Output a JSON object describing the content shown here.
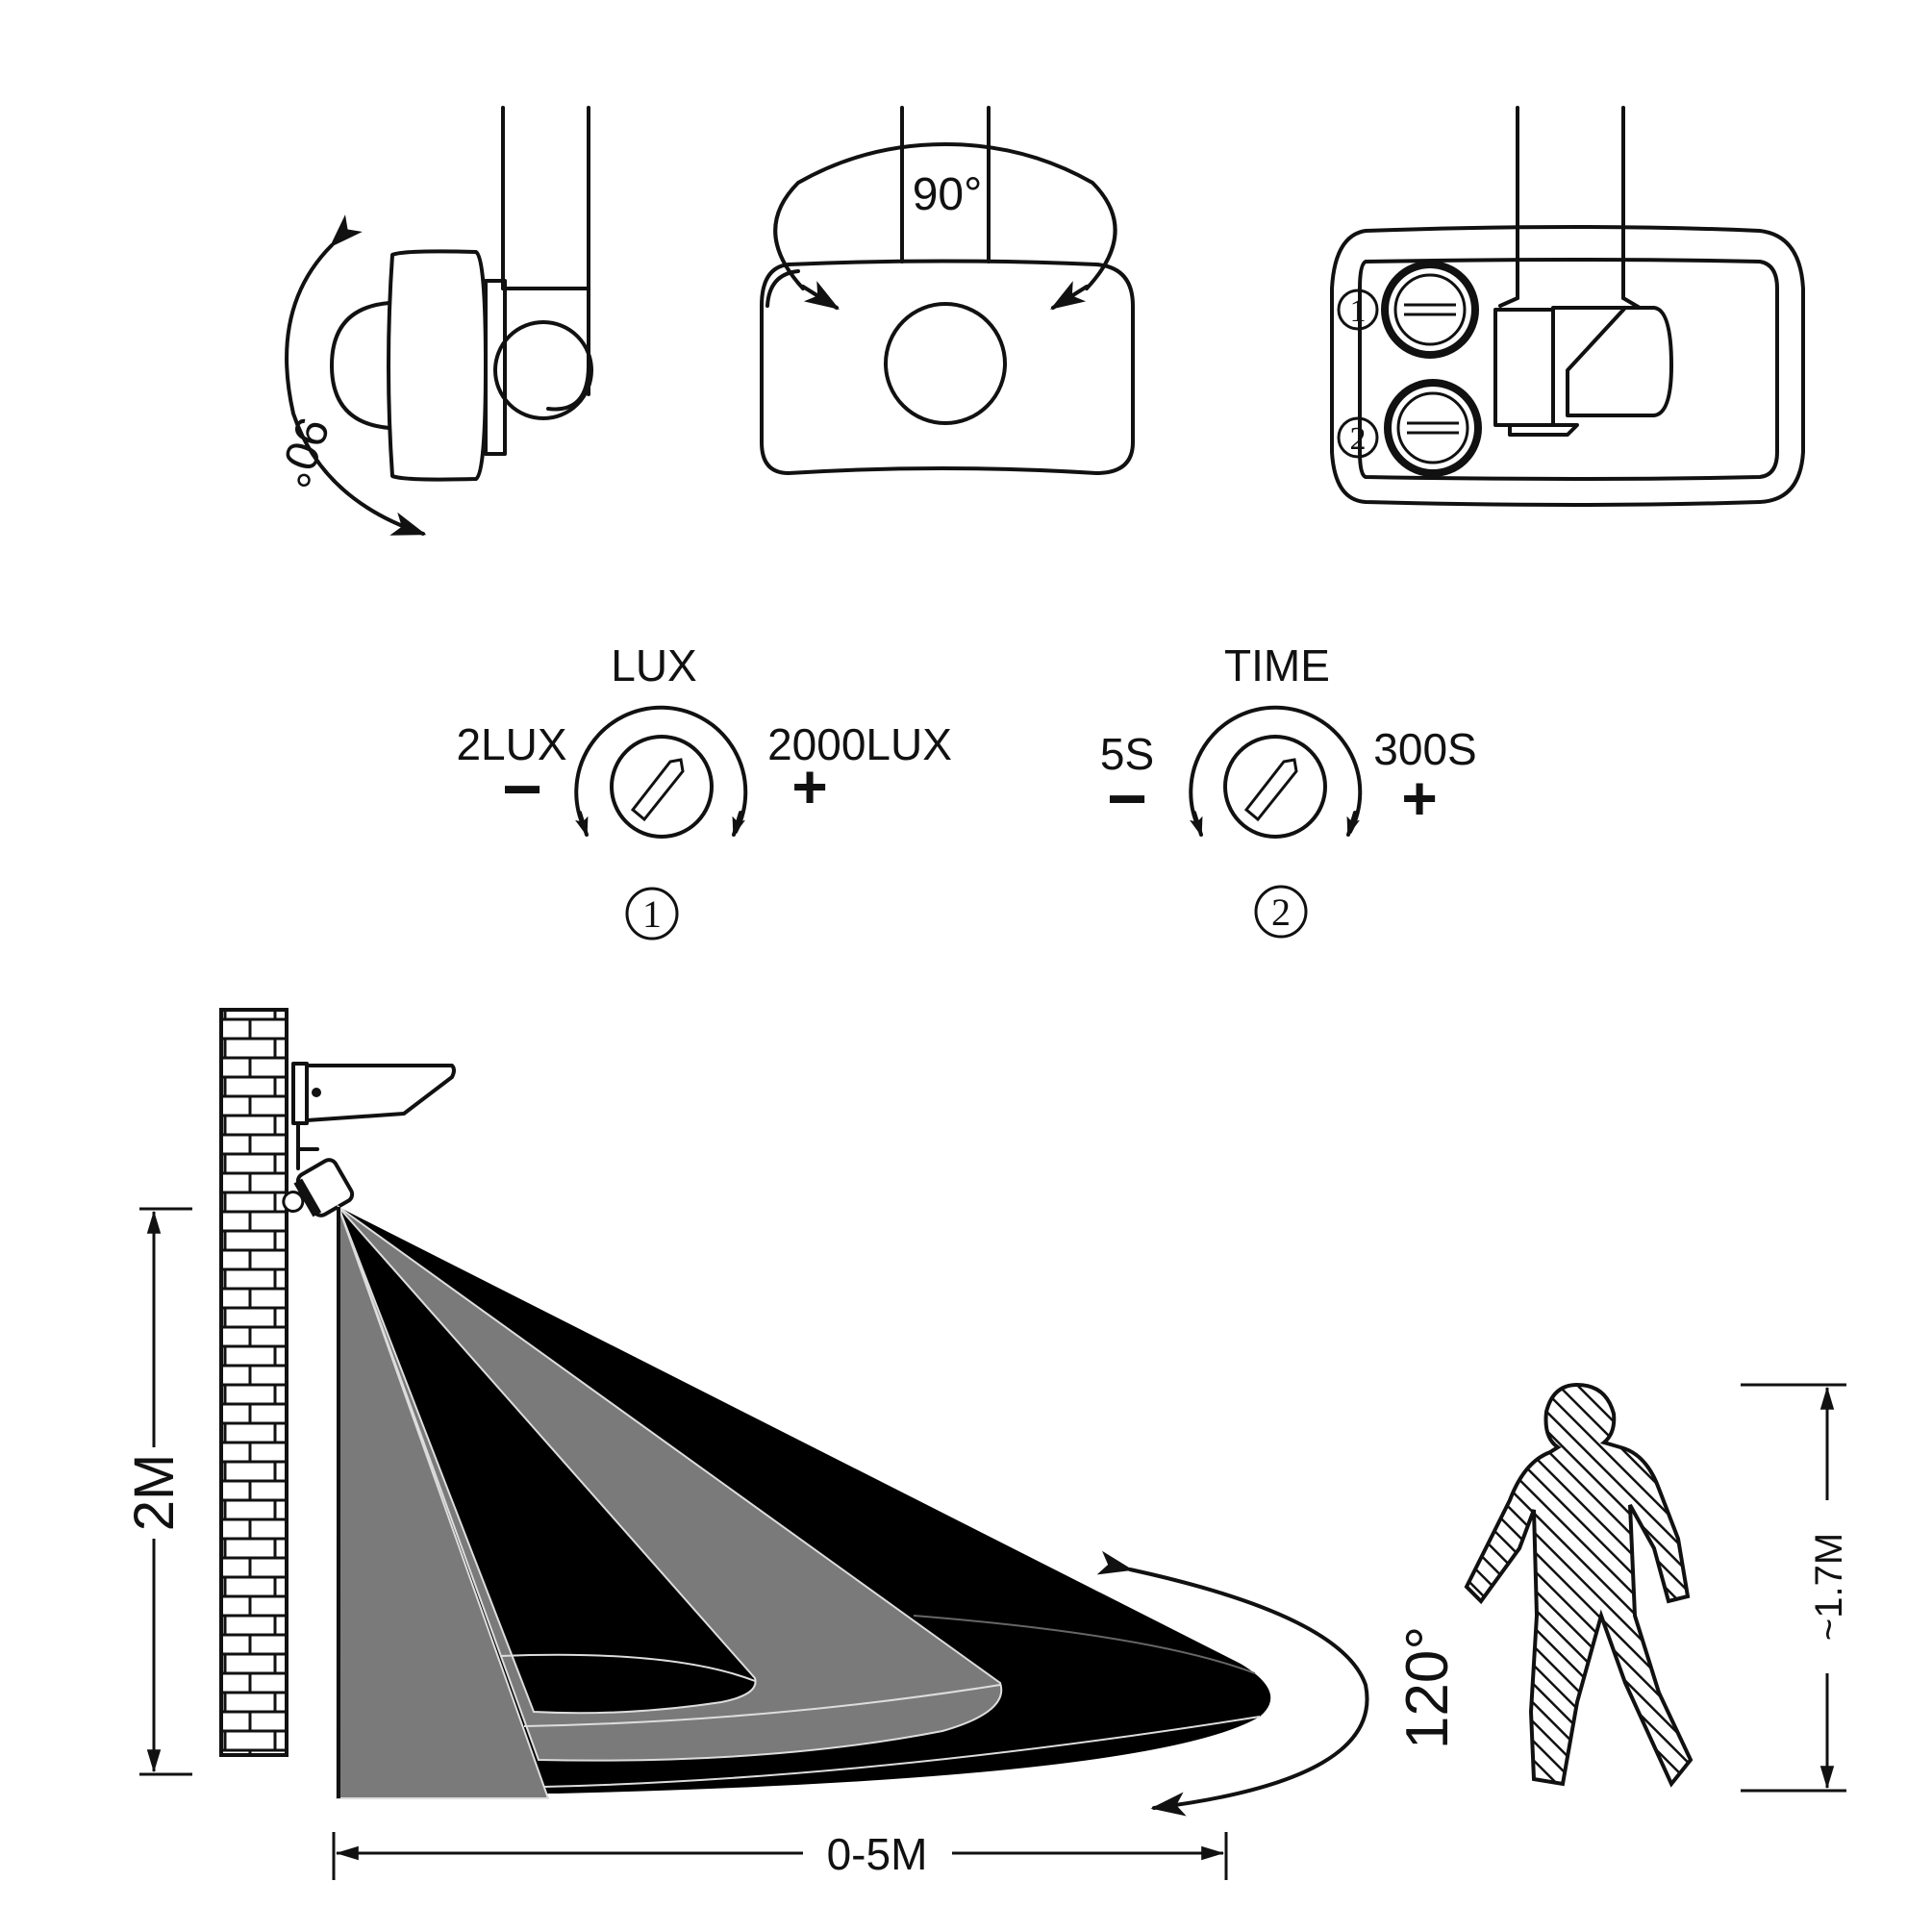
{
  "top_views": {
    "side_angle": "90°",
    "front_angle": "90°",
    "back_dial_1": "1",
    "back_dial_2": "2"
  },
  "dials": [
    {
      "title": "LUX",
      "min_label": "2LUX",
      "max_label": "2000LUX",
      "minus": "−",
      "plus": "+",
      "number": "1"
    },
    {
      "title": "TIME",
      "min_label": "5S",
      "max_label": "300S",
      "minus": "−",
      "plus": "+",
      "number": "2"
    }
  ],
  "installation": {
    "mount_height": "2M",
    "range": "0-5M",
    "detection_angle": "120°",
    "person_height": "~1.7M"
  },
  "colors": {
    "ink": "#111111",
    "beam_dark": "#000000",
    "beam_gray": "#7a7a7a",
    "ground_dark": "#1c1c1c"
  }
}
